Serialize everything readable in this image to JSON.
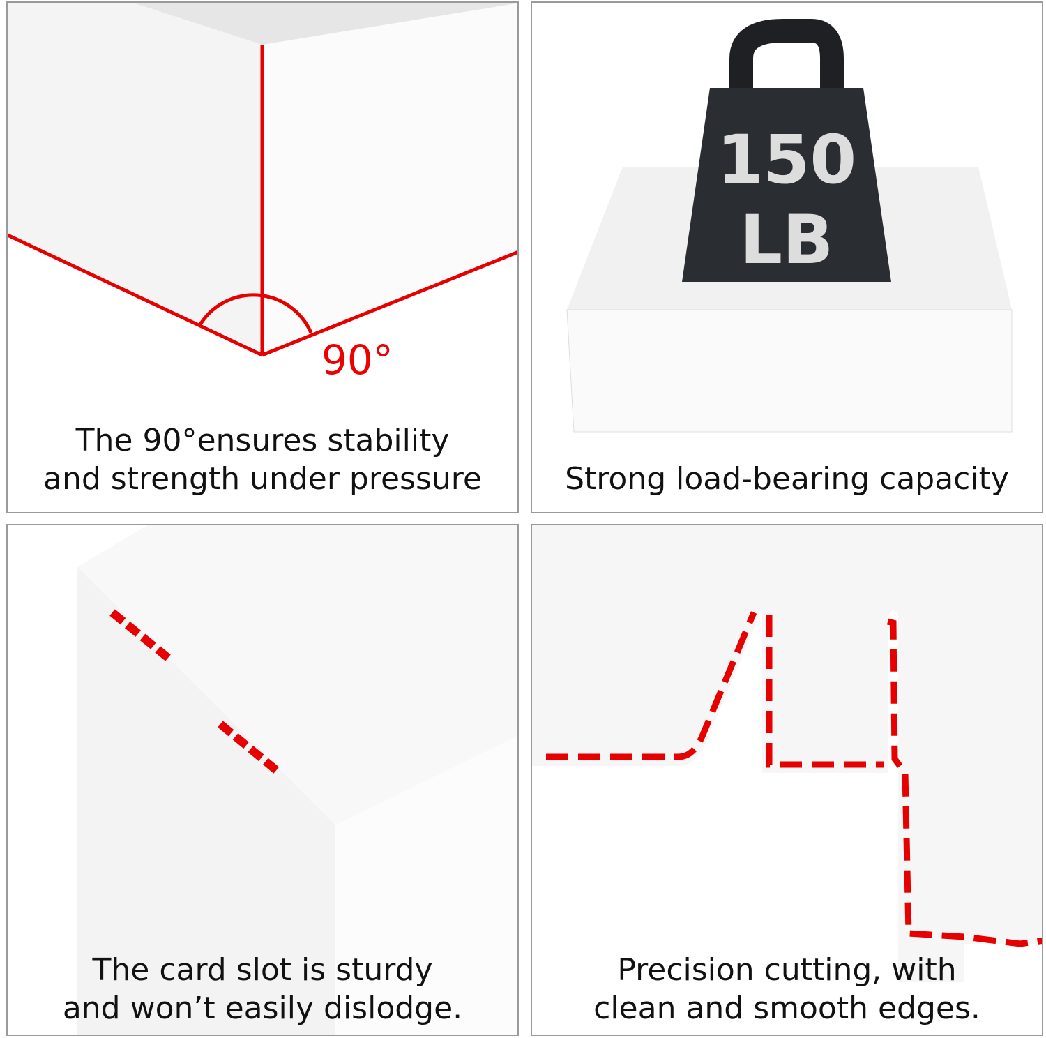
{
  "panels": [
    {
      "caption_line1": "The 90°ensures stability",
      "caption_line2": "and strength under pressure",
      "angle_label": "90°"
    },
    {
      "caption_line1": "Strong load-bearing capacity",
      "weight_number": "150",
      "weight_unit": "LB"
    },
    {
      "caption_line1": "The card slot is sturdy",
      "caption_line2": "and won’t easily dislodge."
    },
    {
      "caption_line1": "Precision cutting, with",
      "caption_line2": "clean and smooth edges."
    }
  ],
  "colors": {
    "accent": "#e60000",
    "border": "#9a9a9a",
    "weight": "#2a2d31"
  }
}
